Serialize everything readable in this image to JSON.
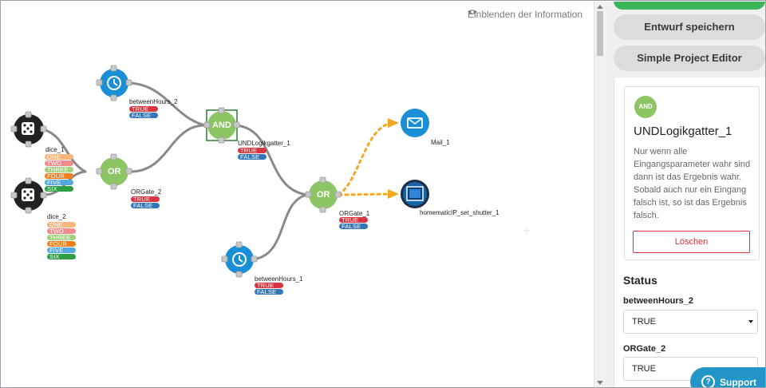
{
  "canvas": {
    "info_toggle_label": "Einblenden der Information",
    "nodes": {
      "dice_1": {
        "name": "dice_1",
        "options": [
          "ONE",
          "TWO",
          "THREE",
          "FOUR",
          "FIVE",
          "SIX"
        ]
      },
      "dice_2": {
        "name": "dice_2",
        "options": [
          "ONE",
          "TWO",
          "THREE",
          "FOUR",
          "FIVE",
          "SIX"
        ]
      },
      "betweenHours_2": {
        "name": "betweenHours_2",
        "outputs": [
          "TRUE",
          "FALSE"
        ]
      },
      "betweenHours_1": {
        "name": "betweenHours_1",
        "outputs": [
          "TRUE",
          "FALSE"
        ]
      },
      "ORGate_2": {
        "name": "ORGate_2",
        "symbol": "OR",
        "outputs": [
          "TRUE",
          "FALSE"
        ]
      },
      "ORGate_1": {
        "name": "ORGate_1",
        "symbol": "OR",
        "outputs": [
          "TRUE",
          "FALSE"
        ]
      },
      "UNDLogikgatter_1": {
        "name": "UNDLogikgatter_1",
        "symbol": "AND",
        "outputs": [
          "TRUE",
          "FALSE"
        ]
      },
      "Mail_1": {
        "name": "Mail_1"
      },
      "shutter": {
        "name": "homematicIP_set_shutter_1"
      }
    }
  },
  "panel": {
    "save_draft_label": "Entwurf speichern",
    "simple_editor_label": "Simple Project Editor",
    "card": {
      "badge": "AND",
      "title": "UNDLogikgatter_1",
      "description": "Nur wenn alle Eingangsparameter wahr sind dann ist das Ergebnis wahr. Sobald auch nur ein Eingang falsch ist, so ist das Ergebnis falsch.",
      "delete_label": "Löschen"
    },
    "status": {
      "title": "Status",
      "fields": [
        {
          "label": "betweenHours_2",
          "value": "TRUE"
        },
        {
          "label": "ORGate_2",
          "value": "TRUE"
        }
      ]
    },
    "support_label": "Support"
  },
  "colors": {
    "logic_green": "#8cc563",
    "sensor_blue": "#1a8fd6",
    "true_red": "#d9343f",
    "false_blue": "#3276b8",
    "link_gray": "#8a8a8a",
    "link_orange": "#f5a623",
    "primary_green": "#3cb558",
    "support_blue": "#2396c7"
  }
}
